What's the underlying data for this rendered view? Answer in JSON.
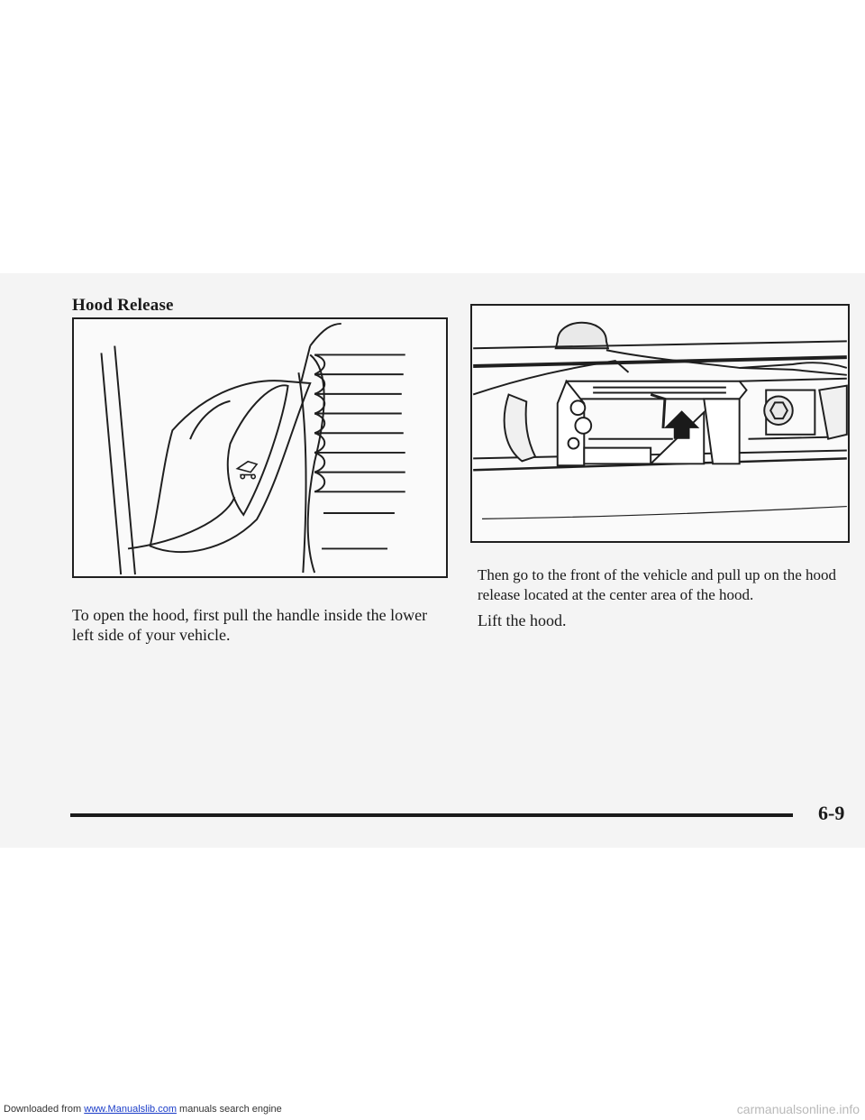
{
  "heading": "Hood Release",
  "paragraphs": {
    "left": "To open the hood, first pull the handle inside the lower left side of your vehicle.",
    "right_1": "Then go to the front of the vehicle and pull up on the hood release located at the center area of the hood.",
    "right_2": "Lift the hood."
  },
  "page_number": "6-9",
  "footer": {
    "prefix": "Downloaded from ",
    "link_text": "www.Manualslib.com",
    "suffix": " manuals search engine",
    "watermark": "carmanualsonline.info"
  },
  "figures": {
    "left": {
      "icon": "hood-release-handle-illustration"
    },
    "right": {
      "icon": "hood-latch-illustration"
    }
  }
}
